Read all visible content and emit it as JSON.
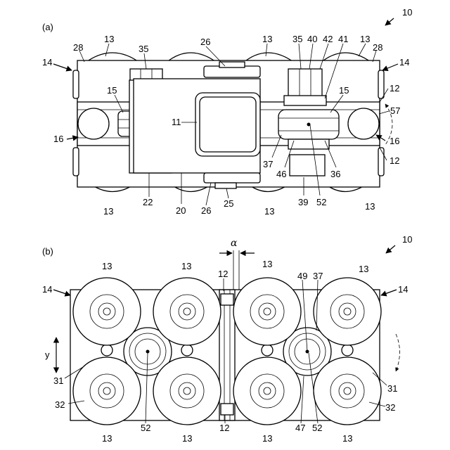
{
  "figure": {
    "overall_ref": "10",
    "view_a": {
      "panel_label": "(a)",
      "refs": {
        "roller_upper_left": "13",
        "roller_upper_mid": "13",
        "roller_upper_right": "13",
        "roller_lower_left": "13",
        "roller_lower_mid": "13",
        "roller_lower_right": "13",
        "end_left": "14",
        "end_right": "14",
        "frame_left": "28",
        "frame_right": "28",
        "nut_left": "35",
        "nut_right": "35",
        "bolt_top": "26",
        "bolt_bottom": "26",
        "part_40": "40",
        "part_42": "42",
        "part_41": "41",
        "guide_left": "15",
        "guide_right": "15",
        "rail_upper": "12",
        "rail_lower": "12",
        "center_block": "11",
        "wheel_right": "57",
        "wheel_left": "16",
        "wheel_right_16": "16",
        "part_37": "37",
        "part_46": "46",
        "part_36": "36",
        "part_52": "52",
        "part_39": "39",
        "part_22": "22",
        "part_20": "20",
        "part_25": "25"
      }
    },
    "view_b": {
      "panel_label": "(b)",
      "alpha": "α",
      "axis_y": "y",
      "refs": {
        "roller_top_1": "13",
        "roller_top_2": "13",
        "roller_top_3": "13",
        "roller_top_4": "13",
        "roller_bot_1": "13",
        "roller_bot_2": "13",
        "roller_bot_3": "13",
        "roller_bot_4": "13",
        "end_left": "14",
        "end_right": "14",
        "rail_top": "12",
        "rail_bottom": "12",
        "part_49": "49",
        "part_37": "37",
        "part_31_left": "31",
        "part_31_right": "31",
        "part_32_left": "32",
        "part_32_right": "32",
        "part_52_left": "52",
        "part_52_right": "52",
        "part_47": "47"
      }
    }
  }
}
